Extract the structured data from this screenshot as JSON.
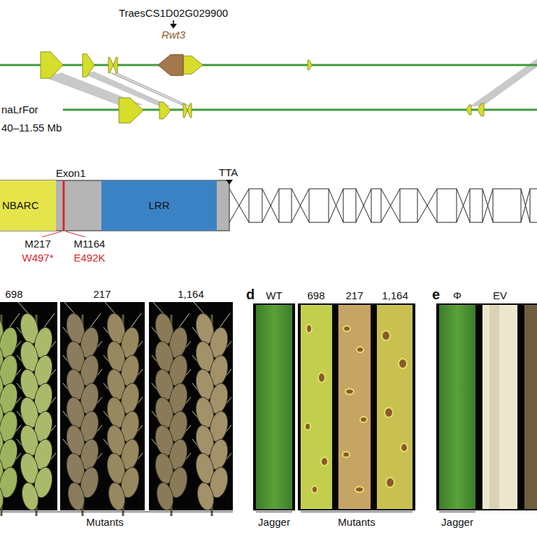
{
  "diagram": {
    "nodes": [
      {
        "text": [
          "NBARC"
        ]
      },
      {
        "text": [
          "LRR"
        ]
      }
    ],
    "labels": [
      "TraesCS1D02G029900",
      "Rwt3",
      "naLrFor",
      "40–11.55 Mb",
      "Exon1",
      "TTA",
      "M217",
      "W497*",
      "M1164",
      "E492K",
      "698",
      "217",
      "1,164",
      "Mutants",
      "d",
      "WT",
      "698",
      "217",
      "1,164",
      "Jagger",
      "Mutants",
      "e",
      "Φ",
      "EV",
      "Jagger"
    ]
  }
}
